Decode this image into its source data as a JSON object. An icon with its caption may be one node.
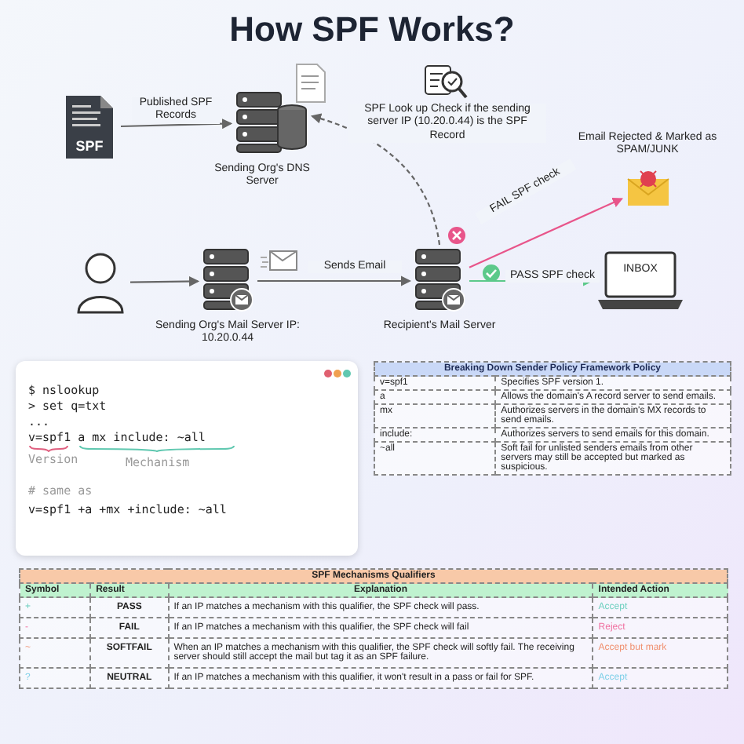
{
  "diagram": {
    "title": "How SPF Works?",
    "nodes": [
      {
        "text": [
          "SPF"
        ]
      },
      {
        "text": [
          "Sending Org's DNS Server"
        ]
      },
      {
        "text": [],
        "shape": "person"
      },
      {
        "text": [
          "Sending Org's Mail Server IP: 10.20.0.44"
        ]
      },
      {
        "text": [
          "Recipient's Mail Server"
        ]
      },
      {
        "text": [
          "Email Rejected & Marked as SPAM/JUNK"
        ]
      },
      {
        "text": [
          "INBOX"
        ]
      }
    ],
    "edges": [
      {
        "from": 0,
        "to": 1,
        "arrow": "to",
        "label": "Published SPF Records"
      },
      {
        "from": 2,
        "to": 3,
        "arrow": "to"
      },
      {
        "from": 3,
        "to": 4,
        "arrow": "to",
        "label": "Sends Email"
      },
      {
        "from": 4,
        "to": 1,
        "arrow": "to",
        "style": "dashed"
      },
      {
        "from": 4,
        "to": 5,
        "arrow": "to",
        "label": "FAIL SPF check",
        "color": "#e8558a"
      },
      {
        "from": 4,
        "to": 6,
        "arrow": "to",
        "label": "PASS SPF check",
        "color": "#5cc98a"
      }
    ],
    "labels": [
      "SPF Look up Check if the sending server IP (10.20.0.44) is the SPF Record",
      "$ nslookup",
      "> set q=txt",
      "...",
      "v=spf1 a mx include: ~all",
      "Version",
      "Mechanism",
      "# same as",
      "v=spf1 +a +mx +include: ~all",
      "Breaking Down Sender Policy Framework Policy",
      "v=spf1",
      "Specifies SPF version 1.",
      "a",
      "Allows the domain's A record server to send emails.",
      "mx",
      "Authorizes servers in the domain's MX records to send emails.",
      "include:",
      "Authorizes servers to send emails for this domain.",
      "~all",
      "Soft fail for unlisted senders emails from other servers may still be accepted but marked as suspicious.",
      "SPF Mechanisms Qualifiers",
      "Symbol",
      "Result",
      "Explanation",
      "Intended Action",
      "+",
      "PASS",
      "If an IP matches a mechanism with this qualifier, the SPF check will pass.",
      "Accept",
      "-",
      "FAIL",
      "If an IP matches a mechanism with this qualifier, the SPF check will fail",
      "Reject",
      "~",
      "SOFTFAIL",
      "When an IP matches a mechanism with this qualifier, the SPF check will softly fail. The receiving server should still accept the mail but tag it as an SPF failure.",
      "Accept but mark",
      "?",
      "NEUTRAL",
      "If an IP matches a mechanism with this qualifier, it won't result in a pass or fail for SPF.",
      "Accept"
    ]
  }
}
